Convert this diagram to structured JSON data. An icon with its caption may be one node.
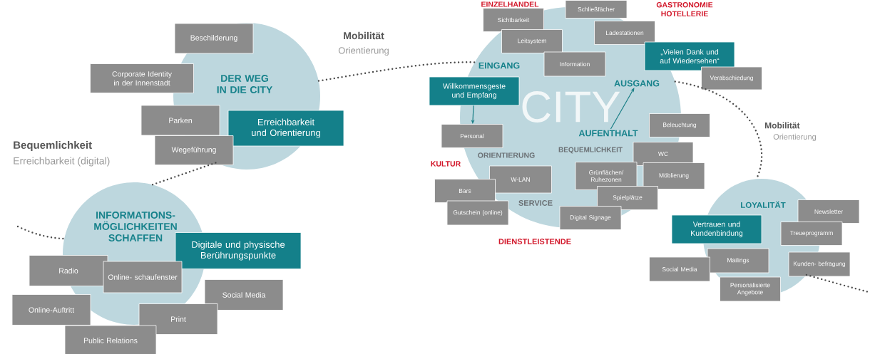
{
  "diagram": {
    "nodes": [
      {
        "text": [
          "DER WEG IN DIE CITY"
        ]
      },
      {
        "text": [
          "Beschilderung"
        ],
        "in": 0
      },
      {
        "text": [
          "Corporate Identity in der Innenstadt"
        ]
      },
      {
        "text": [
          "Parken"
        ]
      },
      {
        "text": [
          "Erreichbarkeit und Orientierung"
        ]
      },
      {
        "text": [
          "Wegeführung"
        ]
      },
      {
        "text": [
          "CITY"
        ]
      },
      {
        "text": [
          "Schließfächer"
        ]
      },
      {
        "text": [
          "Sichtbarkeit"
        ]
      },
      {
        "text": [
          "Ladestationen"
        ],
        "in": 6
      },
      {
        "text": [
          "Leitsystem"
        ],
        "in": 6
      },
      {
        "text": [
          "„Vielen Dank und auf Wiedersehen“"
        ]
      },
      {
        "text": [
          "Information"
        ],
        "in": 6
      },
      {
        "text": [
          "Verabschiedung"
        ]
      },
      {
        "text": [
          "Willkommensgeste und Empfang"
        ]
      },
      {
        "text": [
          "AUSGANG"
        ],
        "in": 6
      },
      {
        "text": [
          "Beleuchtung"
        ]
      },
      {
        "text": [
          "Personal"
        ]
      },
      {
        "text": [
          "AUFENTHALT"
        ],
        "in": 6
      },
      {
        "text": [
          "WC"
        ]
      },
      {
        "text": [
          "Grünflächen/ Ruhezonen"
        ],
        "in": 6
      },
      {
        "text": [
          "Möblierung"
        ]
      },
      {
        "text": [
          "W-LAN"
        ],
        "in": 6
      },
      {
        "text": [
          "Bars"
        ]
      },
      {
        "text": [
          "Spielplätze"
        ],
        "in": 6
      },
      {
        "text": [
          "Gutschein (online)"
        ]
      },
      {
        "text": [
          "Digital Signage"
        ],
        "in": 6
      },
      {
        "text": [
          "INFORMATIONS- MÖGLICHKEITEN SCHAFFEN"
        ]
      },
      {
        "text": [
          "LOYALITÄT"
        ]
      },
      {
        "text": [
          "Newsletter"
        ]
      },
      {
        "text": [
          "Vertrauen und Kundenbindung"
        ]
      },
      {
        "text": [
          "Treueprogramm"
        ]
      },
      {
        "text": [
          "Digitale und physische Berührungspunkte"
        ]
      },
      {
        "text": [
          "Radio"
        ]
      },
      {
        "text": [
          "Online- schaufenster"
        ],
        "in": 27
      },
      {
        "text": [
          "Mailings"
        ],
        "in": 28
      },
      {
        "text": [
          "Kunden- befragung"
        ]
      },
      {
        "text": [
          "Social Media"
        ]
      },
      {
        "text": [
          "Social Media"
        ]
      },
      {
        "text": [
          "Personalisierte Angebote"
        ]
      },
      {
        "text": [
          "Online-Auftritt"
        ]
      },
      {
        "text": [
          "Print"
        ]
      },
      {
        "text": [
          "Public Relations"
        ]
      }
    ],
    "edges": [
      {
        "from": 0,
        "to": 6,
        "arrow": "none",
        "style": "dashed"
      },
      {
        "from": 0,
        "to": 27,
        "arrow": "none",
        "style": "dashed"
      },
      {
        "from": 6,
        "to": 28,
        "arrow": "none",
        "style": "dashed"
      },
      {
        "from": null,
        "to": 27,
        "arrow": "none",
        "style": "dashed"
      },
      {
        "from": 28,
        "to": null,
        "arrow": "none",
        "style": "dashed"
      },
      {
        "from": 14,
        "to": 17,
        "arrow": "to",
        "color": "#1a7f86"
      },
      {
        "from": 18,
        "to": 15,
        "arrow": "to",
        "color": "#1a7f86"
      }
    ],
    "labels": [
      "EINZELHANDEL",
      "GASTRONOMIE HOTELLERIE",
      "Mobilität",
      "Orientierung",
      "EINGANG",
      "Mobilität",
      "Orientierung",
      "Bequemlichkeit",
      "BEQUEMLICHKEIT",
      "ORIENTIERUNG",
      "Erreichbarkeit (digital)",
      "KULTUR",
      "SERVICE",
      "DIENSTLEISTENDE"
    ]
  }
}
